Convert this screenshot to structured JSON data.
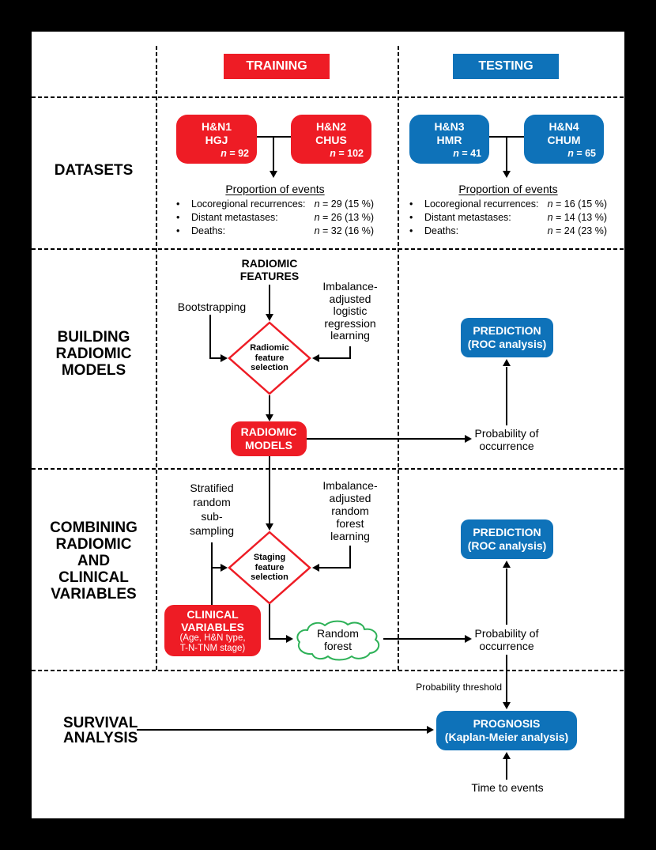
{
  "misc": {
    "n_symbol": "n"
  },
  "header": {
    "training": "TRAINING",
    "testing": "TESTING"
  },
  "sections": {
    "datasets_label": "DATASETS",
    "building_label": [
      "BUILDING",
      "RADIOMIC",
      "MODELS"
    ],
    "combining_label": [
      "COMBINING",
      "RADIOMIC",
      "AND",
      "CLINICAL",
      "VARIABLES"
    ],
    "survival_label": [
      "SURVIVAL",
      "ANALYSIS"
    ]
  },
  "datasets": {
    "training": {
      "boxes": [
        {
          "name": "H&N1",
          "site": "HGJ",
          "n_rest": " = 92"
        },
        {
          "name": "H&N2",
          "site": "CHUS",
          "n_rest": " = 102"
        }
      ],
      "events_title": "Proportion of events",
      "events": [
        {
          "label": "Locoregional recurrences:",
          "value_rest": " = 29 (15 %)"
        },
        {
          "label": "Distant metastases:",
          "value_rest": " = 26 (13 %)"
        },
        {
          "label": "Deaths:",
          "value_rest": " = 32 (16 %)"
        }
      ]
    },
    "testing": {
      "boxes": [
        {
          "name": "H&N3",
          "site": "HMR",
          "n_rest": " = 41"
        },
        {
          "name": "H&N4",
          "site": "CHUM",
          "n_rest": " = 65"
        }
      ],
      "events_title": "Proportion of events",
      "events": [
        {
          "label": "Locoregional recurrences:",
          "value_rest": " = 16 (15 %)"
        },
        {
          "label": "Distant metastases:",
          "value_rest": " = 14 (13 %)"
        },
        {
          "label": "Deaths:",
          "value_rest": " = 24 (23 %)"
        }
      ]
    }
  },
  "building": {
    "radiomic_features": [
      "RADIOMIC",
      "FEATURES"
    ],
    "bootstrapping": "Bootstrapping",
    "imbalance": [
      "Imbalance-",
      "adjusted",
      "logistic",
      "regression",
      "learning"
    ],
    "diamond": [
      "Radiomic",
      "feature",
      "selection"
    ],
    "radiomic_models": [
      "RADIOMIC",
      "MODELS"
    ],
    "prediction": [
      "PREDICTION",
      "(ROC analysis)"
    ],
    "probability": [
      "Probability of",
      "occurrence"
    ]
  },
  "combining": {
    "stratified": [
      "Stratified",
      "random",
      "sub-",
      "sampling"
    ],
    "imbalance": [
      "Imbalance-",
      "adjusted",
      "random",
      "forest",
      "learning"
    ],
    "diamond": [
      "Staging",
      "feature",
      "selection"
    ],
    "clinical_title": [
      "CLINICAL",
      "VARIABLES"
    ],
    "clinical_sub": [
      "(Age, H&N type,",
      "T-N-TNM stage)"
    ],
    "cloud": [
      "Random",
      "forest"
    ],
    "prediction": [
      "PREDICTION",
      "(ROC analysis)"
    ],
    "probability": [
      "Probability of",
      "occurrence"
    ]
  },
  "survival": {
    "prob_threshold": "Probability threshold",
    "prognosis": [
      "PROGNOSIS",
      "(Kaplan-Meier analysis)"
    ],
    "time_to_events": "Time to events"
  },
  "colors": {
    "red": "#ee1c25",
    "blue": "#0e72b9",
    "green": "#2db157"
  }
}
